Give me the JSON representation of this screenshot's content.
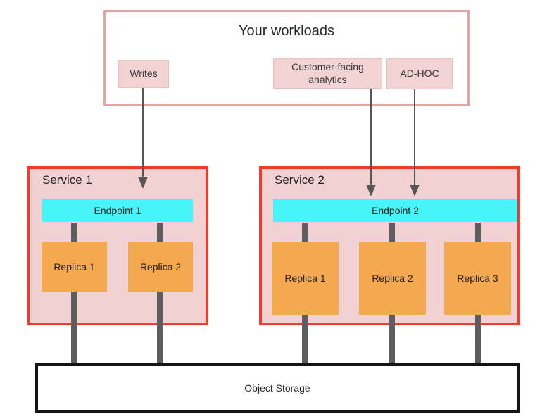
{
  "workloads": {
    "title": "Your workloads",
    "items": [
      {
        "label": "Writes"
      },
      {
        "label": "Customer-facing analytics"
      },
      {
        "label": "AD-HOC"
      }
    ]
  },
  "services": [
    {
      "title": "Service 1",
      "endpoint": "Endpoint 1",
      "replicas": [
        {
          "label": "Replica 1"
        },
        {
          "label": "Replica 2"
        }
      ]
    },
    {
      "title": "Service 2",
      "endpoint": "Endpoint 2",
      "replicas": [
        {
          "label": "Replica 1"
        },
        {
          "label": "Replica 2"
        },
        {
          "label": "Replica 3"
        }
      ]
    }
  ],
  "storage": {
    "label": "Object Storage"
  },
  "colors": {
    "workloads_border": "#e8a2a2",
    "workload_item_fill": "#f2d2d2",
    "service_border": "#f5392a",
    "service_fill": "#f1d1d1",
    "endpoint_fill": "#47f4f7",
    "replica_fill": "#f4a950",
    "connector_gray": "#5e5e5e",
    "arrow_gray": "#565656",
    "storage_border": "#141414"
  }
}
